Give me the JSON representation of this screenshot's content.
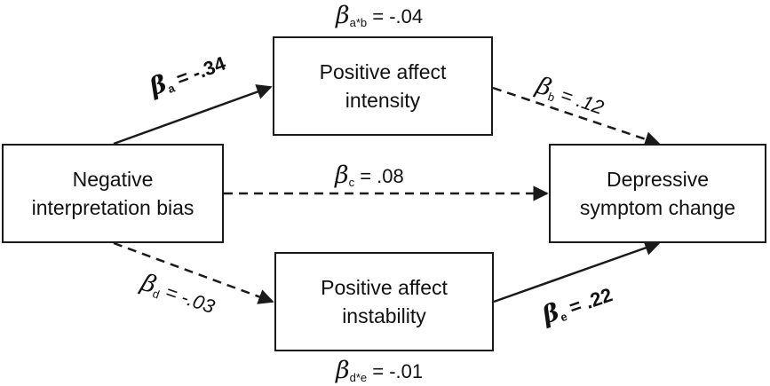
{
  "boxes": {
    "negative_bias": {
      "line1": "Negative",
      "line2": "interpretation bias"
    },
    "pa_intensity": {
      "line1": "Positive affect",
      "line2": "intensity"
    },
    "pa_instability": {
      "line1": "Positive affect",
      "line2": "instability"
    },
    "depressive_change": {
      "line1": "Depressive",
      "line2": "symptom change"
    }
  },
  "coefficients": {
    "a": {
      "symbol": "β",
      "sub": "a",
      "value": " = -.34"
    },
    "b": {
      "symbol": "β",
      "sub": "b",
      "value": " = .12"
    },
    "c": {
      "symbol": "β",
      "sub": "c",
      "value": " = .08"
    },
    "d": {
      "symbol": "β",
      "sub": "d",
      "value": " = -.03"
    },
    "e": {
      "symbol": "β",
      "sub": "e",
      "value": " = .22"
    },
    "ab": {
      "symbol": "β",
      "sub": "a*b",
      "value": " = -.04"
    },
    "de": {
      "symbol": "β",
      "sub": "d*e",
      "value": " = -.01"
    }
  }
}
